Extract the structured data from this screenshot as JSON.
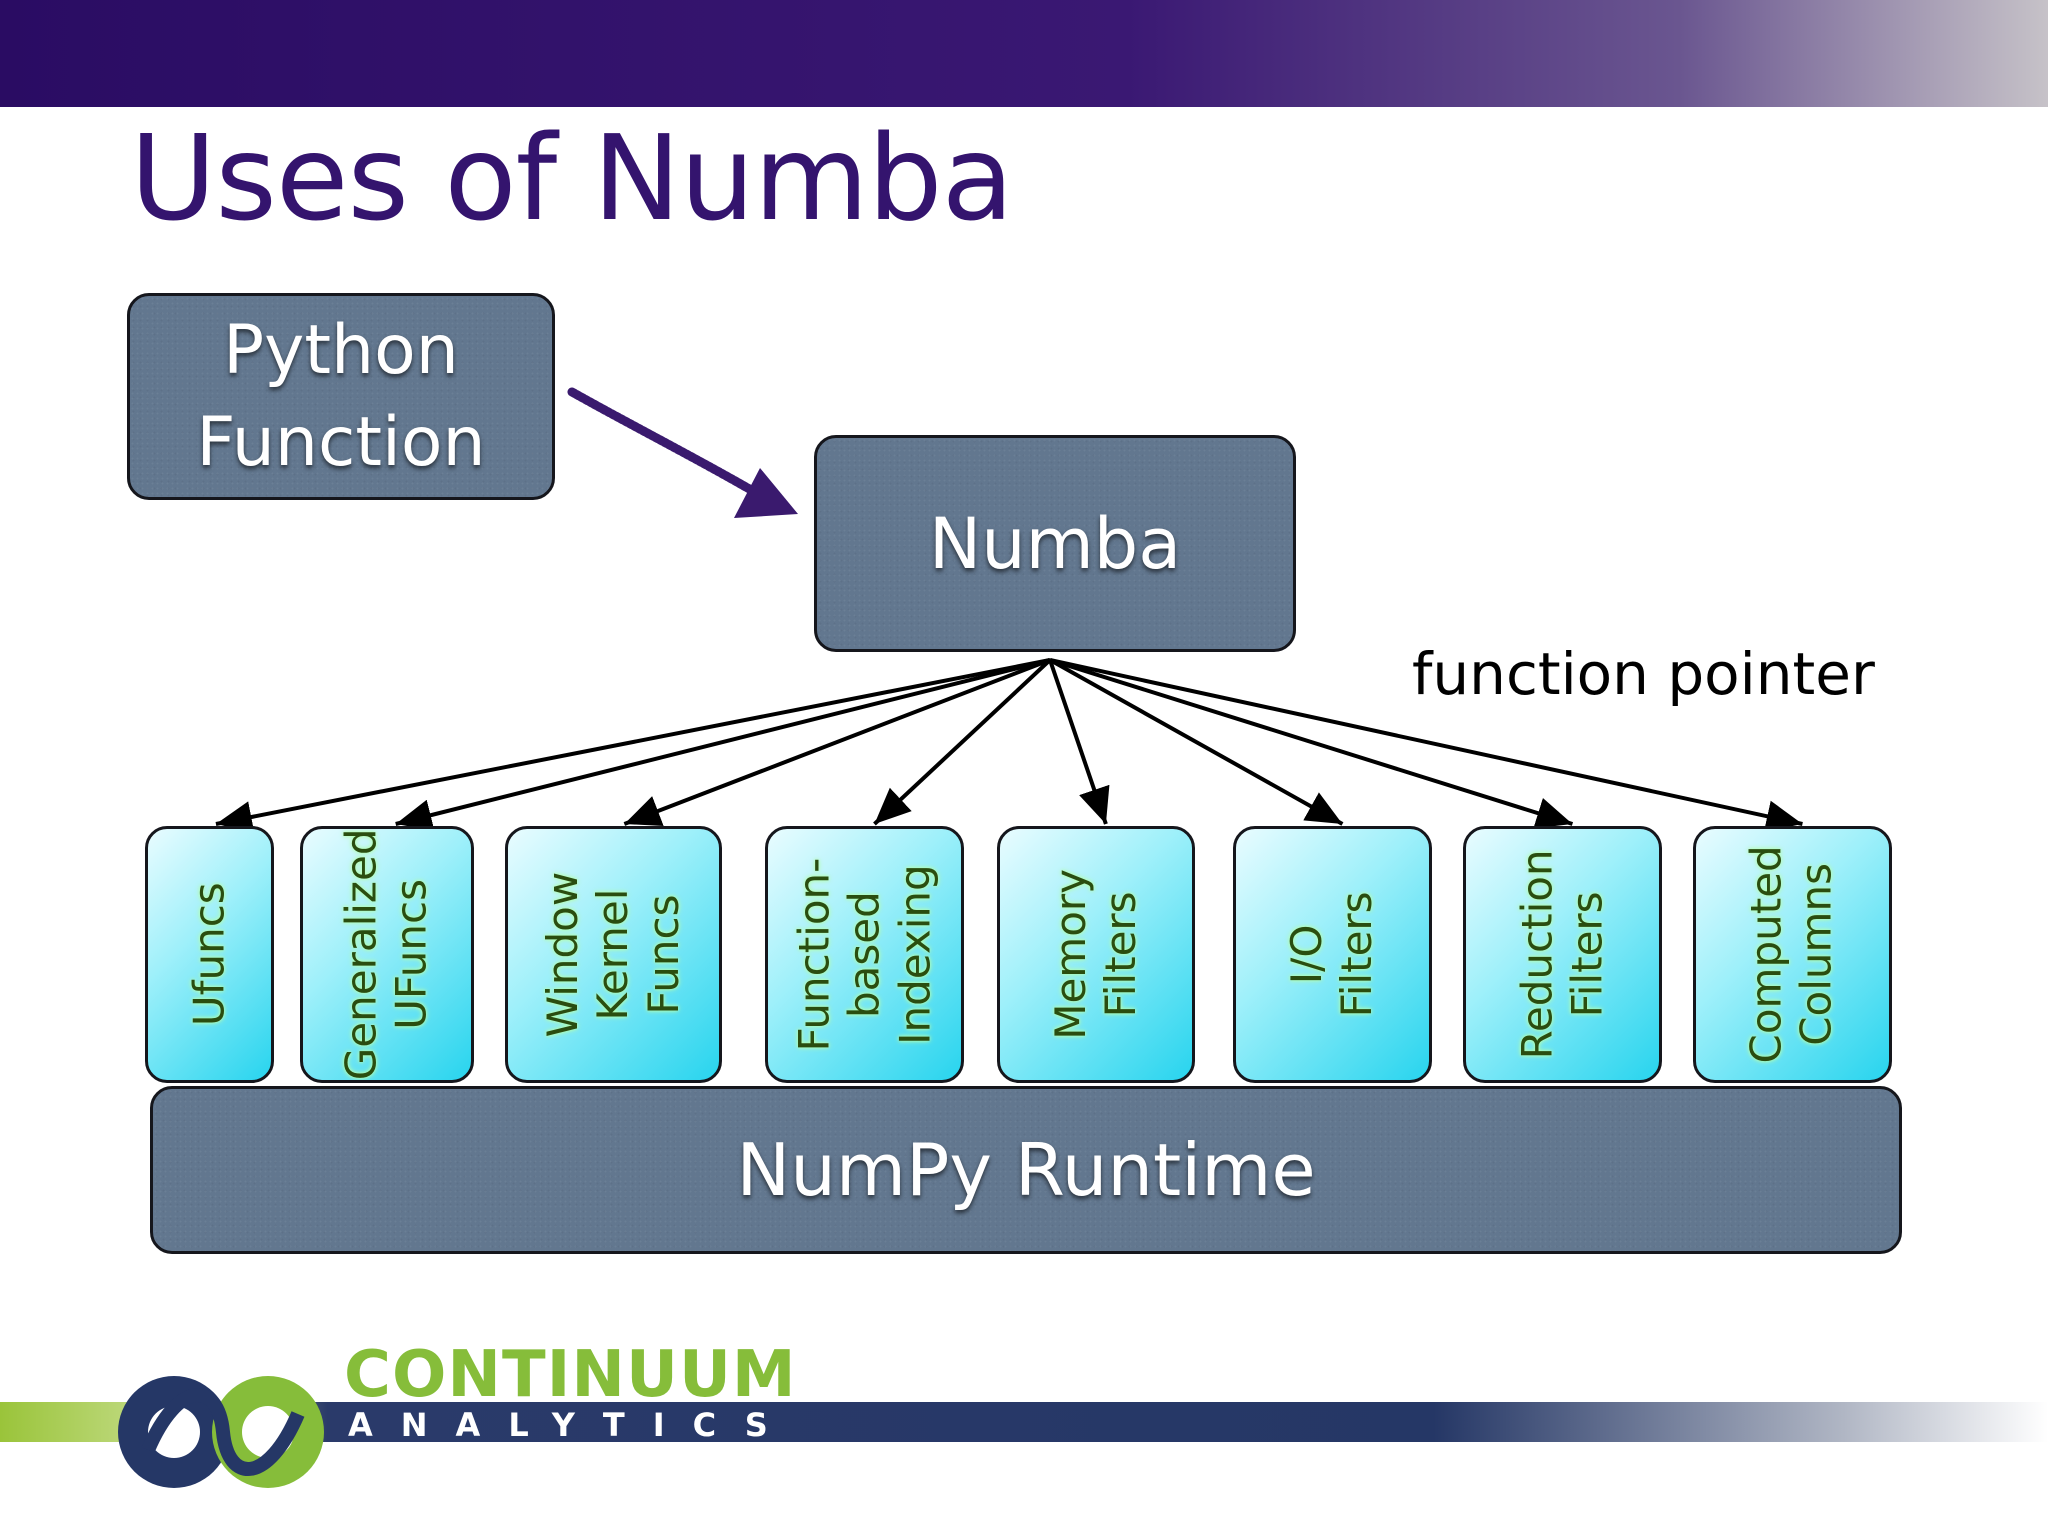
{
  "slide": {
    "title": "Uses of Numba",
    "annotation": "function pointer"
  },
  "diagram": {
    "source_box": "Python\nFunction",
    "center_box": "Numba",
    "base_box": "NumPy Runtime",
    "targets": [
      {
        "label": "Ufuncs"
      },
      {
        "label": "Generalized\nUFuncs"
      },
      {
        "label": "Window\nKernel\nFuncs"
      },
      {
        "label": "Function-\nbased\nIndexing"
      },
      {
        "label": "Memory\nFilters"
      },
      {
        "label": "I/O Filters"
      },
      {
        "label": "Reduction\nFilters"
      },
      {
        "label": "Computed\nColumns"
      }
    ]
  },
  "logo": {
    "name": "CONTINUUM",
    "subtitle": "ANALYTICS"
  },
  "colors": {
    "title": "#34146e",
    "box_fill": "#62778f",
    "column_fill": "#28d4ee",
    "arrow_purple": "#3a1a6e",
    "logo_green": "#86bd3a",
    "logo_navy": "#253766"
  }
}
